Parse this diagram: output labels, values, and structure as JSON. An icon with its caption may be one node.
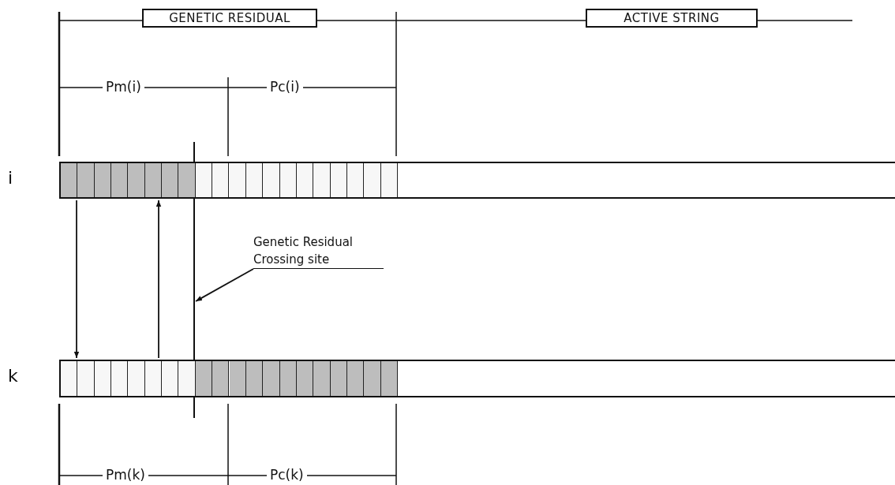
{
  "diagram": {
    "nodes": [
      {
        "text": [
          "GENETIC RESIDUAL"
        ]
      },
      {
        "text": [
          "ACTIVE STRING"
        ]
      },
      {
        "text": [],
        "shape": "line"
      },
      {
        "text": [],
        "shape": "bar",
        "beside": [
          "i"
        ]
      },
      {
        "text": [
          "Genetic Residual Crossing site"
        ]
      },
      {
        "text": [],
        "shape": "bar",
        "beside": [
          "k"
        ]
      }
    ],
    "edges": [
      {
        "from": 3,
        "to": 5,
        "arrow": "to"
      },
      {
        "from": 5,
        "to": 3,
        "arrow": "to"
      },
      {
        "from": 4,
        "to": 2,
        "arrow": "to"
      }
    ],
    "labels": [
      "Pm(i)",
      "Pc(i)",
      "Pm(k)",
      "Pc(k)"
    ]
  }
}
